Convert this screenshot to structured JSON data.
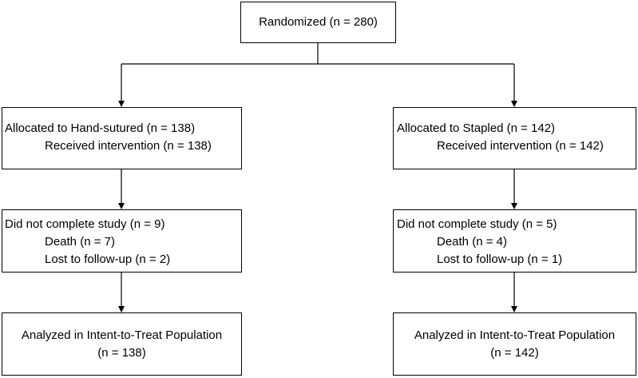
{
  "randomized": {
    "label": "Randomized (n = 280)"
  },
  "arms": {
    "left": {
      "allocation": "Allocated to Hand-sutured (n = 138)",
      "received": "Received intervention (n = 138)",
      "not_completed": "Did not complete study (n = 9)",
      "death": "Death (n = 7)",
      "lost": "Lost to follow-up (n = 2)",
      "analyzed_line1": "Analyzed in Intent-to-Treat Population",
      "analyzed_line2": "(n = 138)"
    },
    "right": {
      "allocation": "Allocated to Stapled (n = 142)",
      "received": "Received intervention (n = 142)",
      "not_completed": "Did not complete study (n = 5)",
      "death": "Death (n = 4)",
      "lost": "Lost to follow-up (n = 1)",
      "analyzed_line1": "Analyzed in Intent-to-Treat Population",
      "analyzed_line2": "(n = 142)"
    }
  }
}
